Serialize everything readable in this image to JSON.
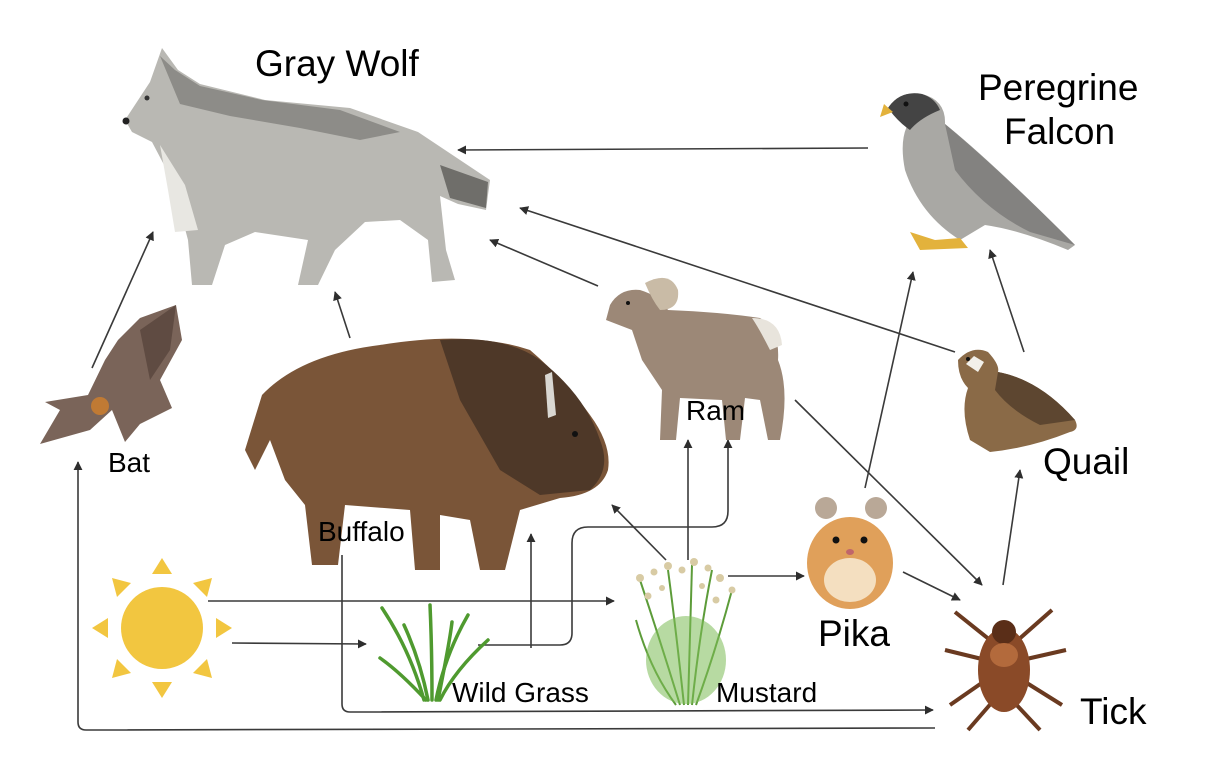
{
  "title": "",
  "organisms": {
    "gray_wolf": "Gray Wolf",
    "peregrine_falcon_line1": "Peregrine",
    "peregrine_falcon_line2": "Falcon",
    "bat": "Bat",
    "buffalo": "Buffalo",
    "ram": "Ram",
    "quail": "Quail",
    "pika": "Pika",
    "tick": "Tick",
    "wild_grass": "Wild Grass",
    "mustard": "Mustard"
  },
  "colors": {
    "arrow": "#3a3a3a",
    "sun": "#f2c640",
    "wolf": "#b9b8b3",
    "buffalo": "#6e4d33",
    "ram": "#9c8877",
    "falcon": "#8f8f8f",
    "quail": "#8a6a47",
    "pika": "#e0a05a",
    "tick": "#8a4a28",
    "grass": "#4f9a2f",
    "mustard": "#7cbb55",
    "bat": "#7a6459"
  }
}
